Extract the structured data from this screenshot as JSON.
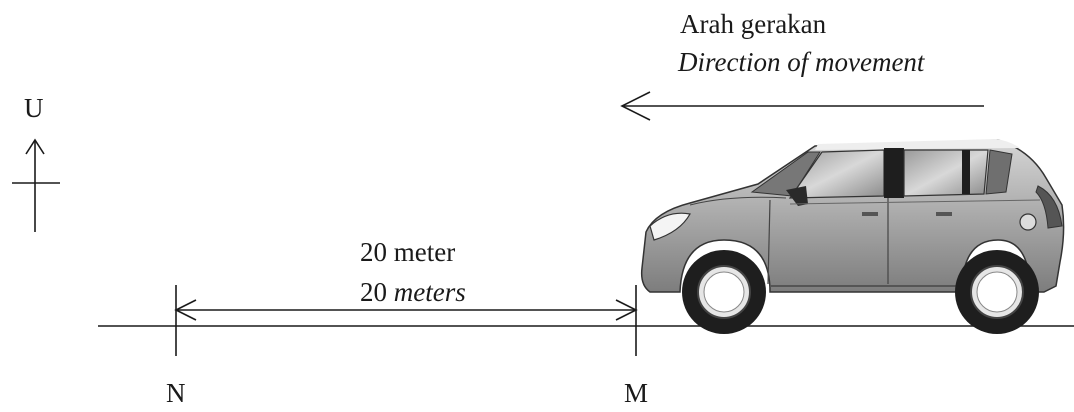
{
  "direction": {
    "label_malay": "Arah gerakan",
    "label_english": "Direction of movement"
  },
  "compass": {
    "label": "U"
  },
  "distance": {
    "value_malay": "20 meter",
    "value_prefix": "20 ",
    "unit_english": "meters"
  },
  "points": {
    "start": "N",
    "end": "M"
  },
  "colors": {
    "ink": "#1a1a1a",
    "car_body": "#a9a9a9",
    "car_body_light": "#d3d3d3",
    "car_glass": "#8a8a8a",
    "tire": "#1e1e1e"
  }
}
